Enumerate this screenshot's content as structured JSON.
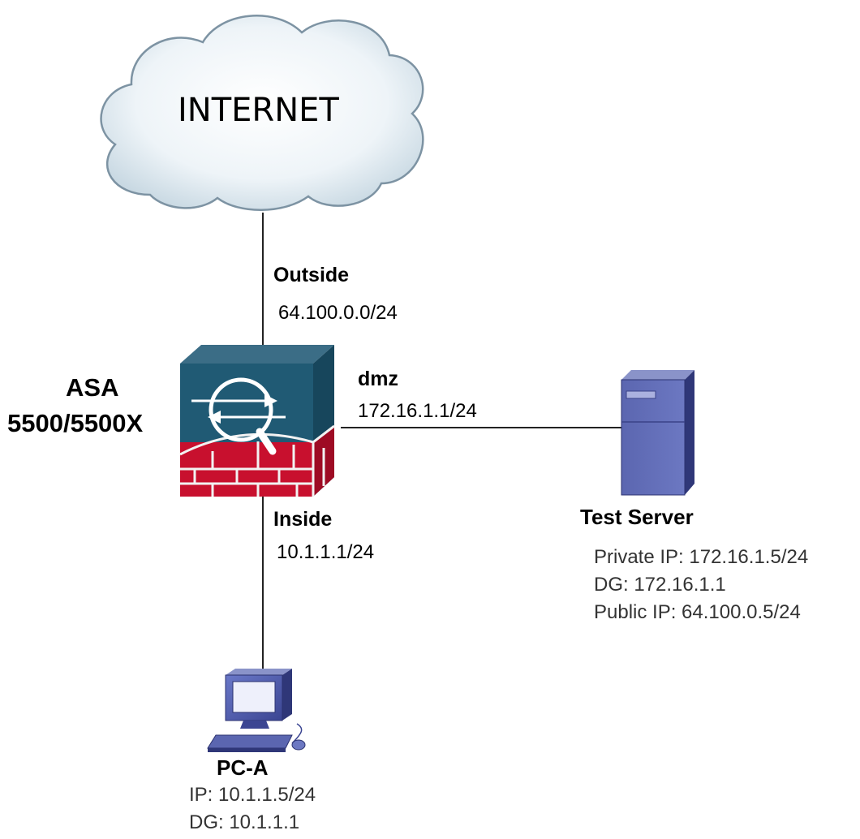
{
  "cloud": {
    "label": "INTERNET",
    "icon": "cloud-icon"
  },
  "firewall": {
    "label_line1": "ASA",
    "label_line2": "5500/5500X",
    "icon": "asa-firewall-icon",
    "colors": {
      "top": "#3b6d86",
      "front": "#205a74",
      "side": "#17465c",
      "bricks": "#c8102e"
    }
  },
  "links": {
    "outside": {
      "name": "Outside",
      "network": "64.100.0.0/24"
    },
    "dmz": {
      "name": "dmz",
      "address": "172.16.1.1/24"
    },
    "inside": {
      "name": "Inside",
      "address": "10.1.1.1/24"
    }
  },
  "server": {
    "name": "Test Server",
    "icon": "server-icon",
    "private_ip": "Private IP: 172.16.1.5/24",
    "dg": "DG: 172.16.1.1",
    "public_ip": "Public IP: 64.100.0.5/24"
  },
  "pc": {
    "name": "PC-A",
    "icon": "pc-icon",
    "ip": "IP: 10.1.1.5/24",
    "dg": "DG: 10.1.1.1"
  }
}
